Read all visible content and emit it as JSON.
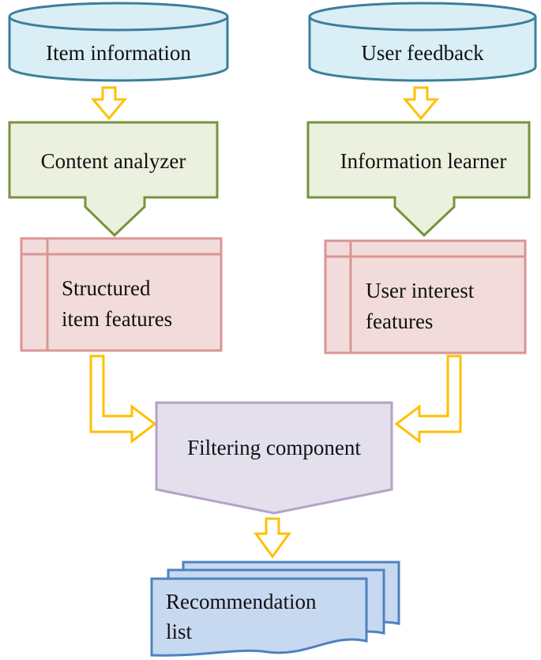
{
  "nodes": {
    "item_information": {
      "label": "Item information"
    },
    "user_feedback": {
      "label": "User feedback"
    },
    "content_analyzer": {
      "label": "Content analyzer"
    },
    "information_learner": {
      "label": "Information learner"
    },
    "structured_item_features": {
      "line1": "Structured",
      "line2": "item features"
    },
    "user_interest_features": {
      "line1": "User interest",
      "line2": "features"
    },
    "filtering_component": {
      "label": "Filtering component"
    },
    "recommendation_list": {
      "line1": "Recommendation",
      "line2": "list"
    }
  },
  "colors": {
    "database_fill": "#d9eef5",
    "database_stroke": "#3b7f9a",
    "process_fill": "#ebf1de",
    "process_stroke": "#77933c",
    "store_fill": "#f2dcdb",
    "store_stroke": "#d99694",
    "filter_fill": "#e4dfec",
    "filter_stroke": "#b3a2c7",
    "doc_fill": "#c6d9f1",
    "doc_stroke": "#4f81bd",
    "arrow_orange": "#ffc000",
    "arrow_green": "#77933c"
  }
}
